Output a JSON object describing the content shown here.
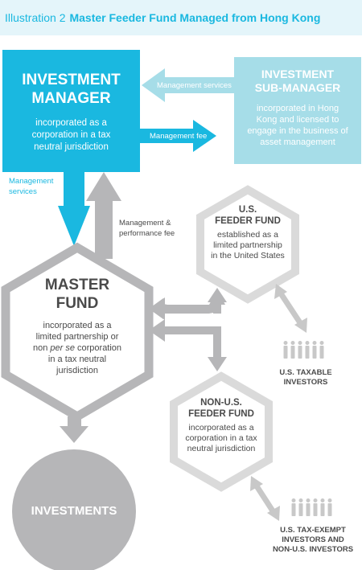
{
  "title": {
    "prefix": "Illustration 2",
    "main": "Master Feeder Fund Managed from Hong Kong"
  },
  "investment_manager": {
    "name_line1": "INVESTMENT",
    "name_line2": "MANAGER",
    "desc_line1": "incorporated as a",
    "desc_line2": "corporation in a tax",
    "desc_line3": "neutral jurisdiction"
  },
  "sub_manager": {
    "name_line1": "INVESTMENT",
    "name_line2": "SUB-MANAGER",
    "desc_line1": "incorporated in Hong",
    "desc_line2": "Kong and licensed to",
    "desc_line3": "engage in the business of",
    "desc_line4": "asset management"
  },
  "flows": {
    "management_services_top": "Management services",
    "management_fee": "Management fee",
    "management_services_left_line1": "Management",
    "management_services_left_line2": "services",
    "perf_fee_line1": "Management &",
    "perf_fee_line2": "performance fee"
  },
  "master_fund": {
    "name_line1": "MASTER",
    "name_line2": "FUND",
    "desc_line1": "incorporated as a",
    "desc_line2": "limited partnership or",
    "desc_line3_pre": "non ",
    "desc_line3_italic": "per se",
    "desc_line3_post": " corporation",
    "desc_line4": "in a tax neutral",
    "desc_line5": "jurisdiction"
  },
  "us_feeder": {
    "name_line1": "U.S.",
    "name_line2": "FEEDER FUND",
    "desc_line1": "established as a",
    "desc_line2": "limited partnership",
    "desc_line3": "in the United States"
  },
  "non_us_feeder": {
    "name_line1": "NON-U.S.",
    "name_line2": "FEEDER FUND",
    "desc_line1": "incorporated as a",
    "desc_line2": "corporation in a tax",
    "desc_line3": "neutral jurisdiction"
  },
  "us_investors": {
    "line1": "U.S. TAXABLE",
    "line2": "INVESTORS"
  },
  "non_us_investors": {
    "line1": "U.S. TAX-EXEMPT",
    "line2": "INVESTORS AND",
    "line3": "NON-U.S. INVESTORS"
  },
  "investments": {
    "label": "INVESTMENTS"
  },
  "colors": {
    "cyan": "#1ab8e0",
    "light_teal": "#a6dde8",
    "gray": "#b6b6b8",
    "light_gray": "#dadada",
    "title_bg": "#e4f5fa"
  }
}
